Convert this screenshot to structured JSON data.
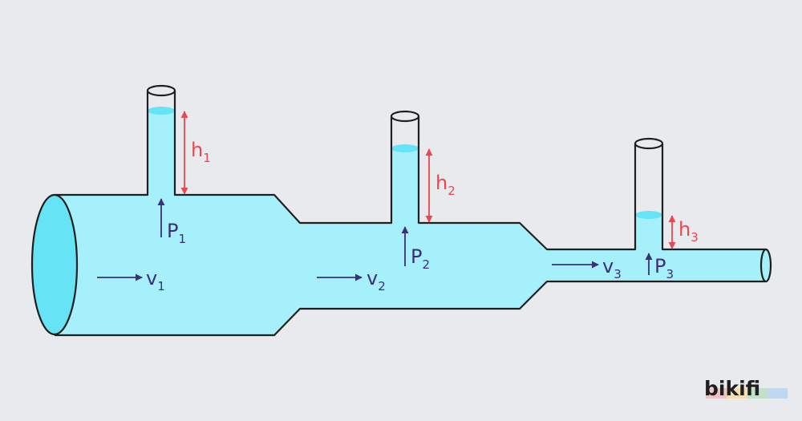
{
  "colors": {
    "background": "#e9eaee",
    "fluid": "#a6f0fb",
    "fluid_surface": "#66e3f4",
    "outline": "#1f1f1f",
    "pressure_arrow": "#3b2f7a",
    "height_marker": "#e9484f"
  },
  "labels": {
    "v1": {
      "base": "v",
      "sub": "1"
    },
    "v2": {
      "base": "v",
      "sub": "2"
    },
    "v3": {
      "base": "v",
      "sub": "3"
    },
    "p1": {
      "base": "P",
      "sub": "1"
    },
    "p2": {
      "base": "P",
      "sub": "2"
    },
    "p3": {
      "base": "P",
      "sub": "3"
    },
    "h1": {
      "base": "h",
      "sub": "1"
    },
    "h2": {
      "base": "h",
      "sub": "2"
    },
    "h3": {
      "base": "h",
      "sub": "3"
    }
  },
  "brand": {
    "name": "bikifi",
    "bar_colors": [
      "#f2a0a8",
      "#f7d27a",
      "#9fd9a8",
      "#9ec8f0"
    ]
  }
}
